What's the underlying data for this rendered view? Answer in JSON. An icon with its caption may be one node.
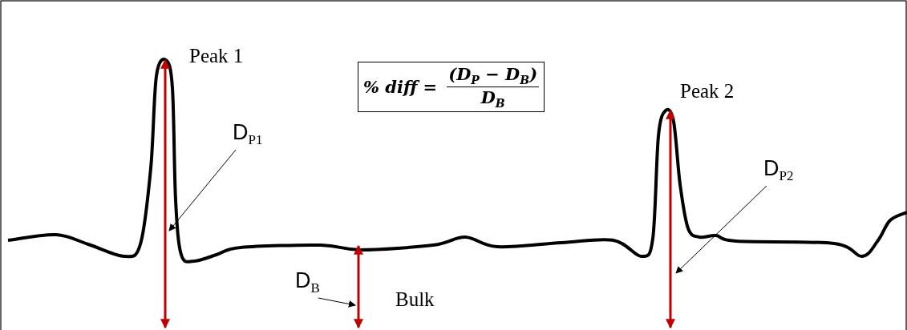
{
  "diagram": {
    "nodes": [
      {
        "text": [
          "% diff =",
          "(D$_{P}$ − D$_{B}$)",
          "D$_{B}$"
        ]
      },
      {
        "text": [
          "D$_{P1}$"
        ]
      },
      {
        "text": [
          "D$_{P2}$"
        ]
      },
      {
        "text": [
          "D$_{B}$"
        ]
      }
    ],
    "edges": [
      {
        "from": 1,
        "to": null,
        "arrow": "to"
      },
      {
        "from": 2,
        "to": null,
        "arrow": "to"
      },
      {
        "from": 3,
        "to": null,
        "arrow": "to"
      }
    ],
    "labels": [
      "Peak 1",
      "Peak 2",
      "Bulk"
    ]
  }
}
